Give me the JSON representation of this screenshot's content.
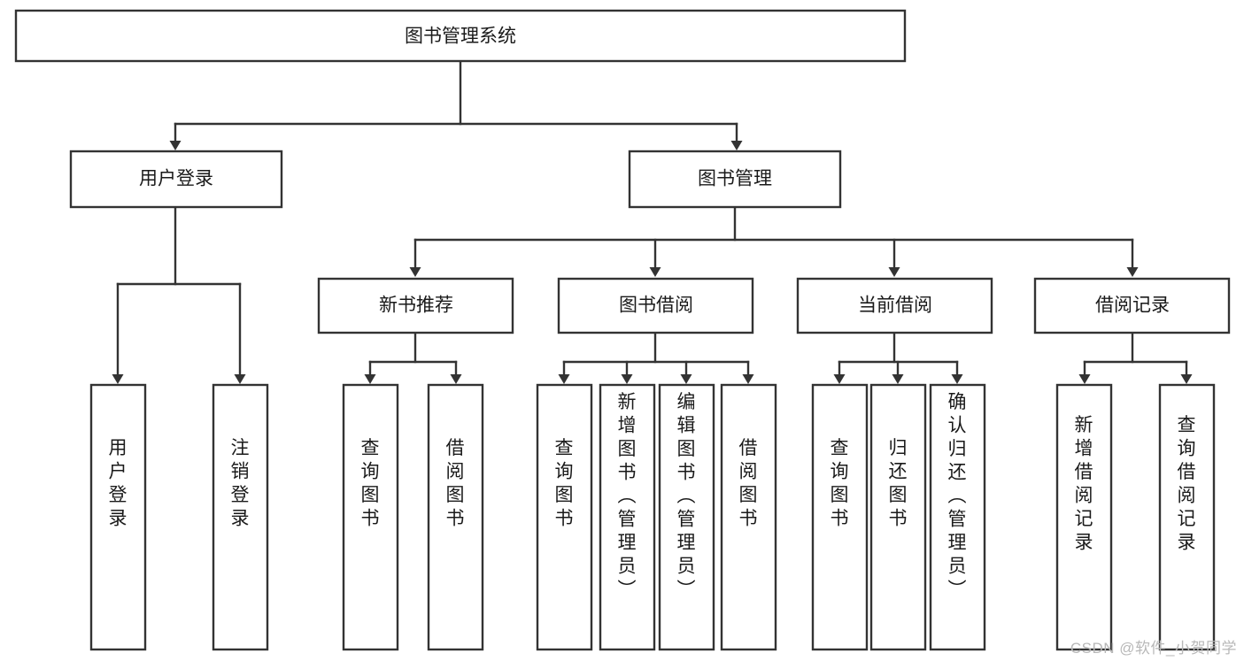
{
  "diagram": {
    "title": "图书管理系统",
    "type": "tree-hierarchy",
    "watermark": "CSDN @软件_小贺同学",
    "colors": {
      "background": "#ffffff",
      "box_fill": "#ffffff",
      "box_stroke": "#333333",
      "text": "#1a1a1a",
      "watermark": "#b8b8b8"
    },
    "levels": [
      {
        "level": 1,
        "nodes": [
          {
            "id": "root",
            "label": "图书管理系统",
            "orientation": "horizontal"
          }
        ]
      },
      {
        "level": 2,
        "nodes": [
          {
            "id": "login",
            "label": "用户登录",
            "orientation": "horizontal",
            "parent": "root"
          },
          {
            "id": "bookmgmt",
            "label": "图书管理",
            "orientation": "horizontal",
            "parent": "root"
          }
        ]
      },
      {
        "level": 3,
        "nodes": [
          {
            "id": "newbook",
            "label": "新书推荐",
            "orientation": "horizontal",
            "parent": "bookmgmt"
          },
          {
            "id": "borrow",
            "label": "图书借阅",
            "orientation": "horizontal",
            "parent": "bookmgmt"
          },
          {
            "id": "current",
            "label": "当前借阅",
            "orientation": "horizontal",
            "parent": "bookmgmt"
          },
          {
            "id": "record",
            "label": "借阅记录",
            "orientation": "horizontal",
            "parent": "bookmgmt"
          }
        ]
      },
      {
        "level": 4,
        "nodes": [
          {
            "id": "leaf1",
            "label": "用户登录",
            "orientation": "vertical",
            "parent": "login"
          },
          {
            "id": "leaf2",
            "label": "注销登录",
            "orientation": "vertical",
            "parent": "login"
          },
          {
            "id": "leaf3",
            "label": "查询图书",
            "orientation": "vertical",
            "parent": "newbook"
          },
          {
            "id": "leaf4",
            "label": "借阅图书",
            "orientation": "vertical",
            "parent": "newbook"
          },
          {
            "id": "leaf5",
            "label": "查询图书",
            "orientation": "vertical",
            "parent": "borrow"
          },
          {
            "id": "leaf6",
            "label": "新增图书（管理员）",
            "orientation": "vertical",
            "parent": "borrow"
          },
          {
            "id": "leaf7",
            "label": "编辑图书（管理员）",
            "orientation": "vertical",
            "parent": "borrow"
          },
          {
            "id": "leaf8",
            "label": "借阅图书",
            "orientation": "vertical",
            "parent": "borrow"
          },
          {
            "id": "leaf9",
            "label": "查询图书",
            "orientation": "vertical",
            "parent": "current"
          },
          {
            "id": "leaf10",
            "label": "归还图书",
            "orientation": "vertical",
            "parent": "current"
          },
          {
            "id": "leaf11",
            "label": "确认归还（管理员）",
            "orientation": "vertical",
            "parent": "current"
          },
          {
            "id": "leaf12",
            "label": "新增借阅记录",
            "orientation": "vertical",
            "parent": "record"
          },
          {
            "id": "leaf13",
            "label": "查询借阅记录",
            "orientation": "vertical",
            "parent": "record"
          }
        ]
      }
    ]
  }
}
